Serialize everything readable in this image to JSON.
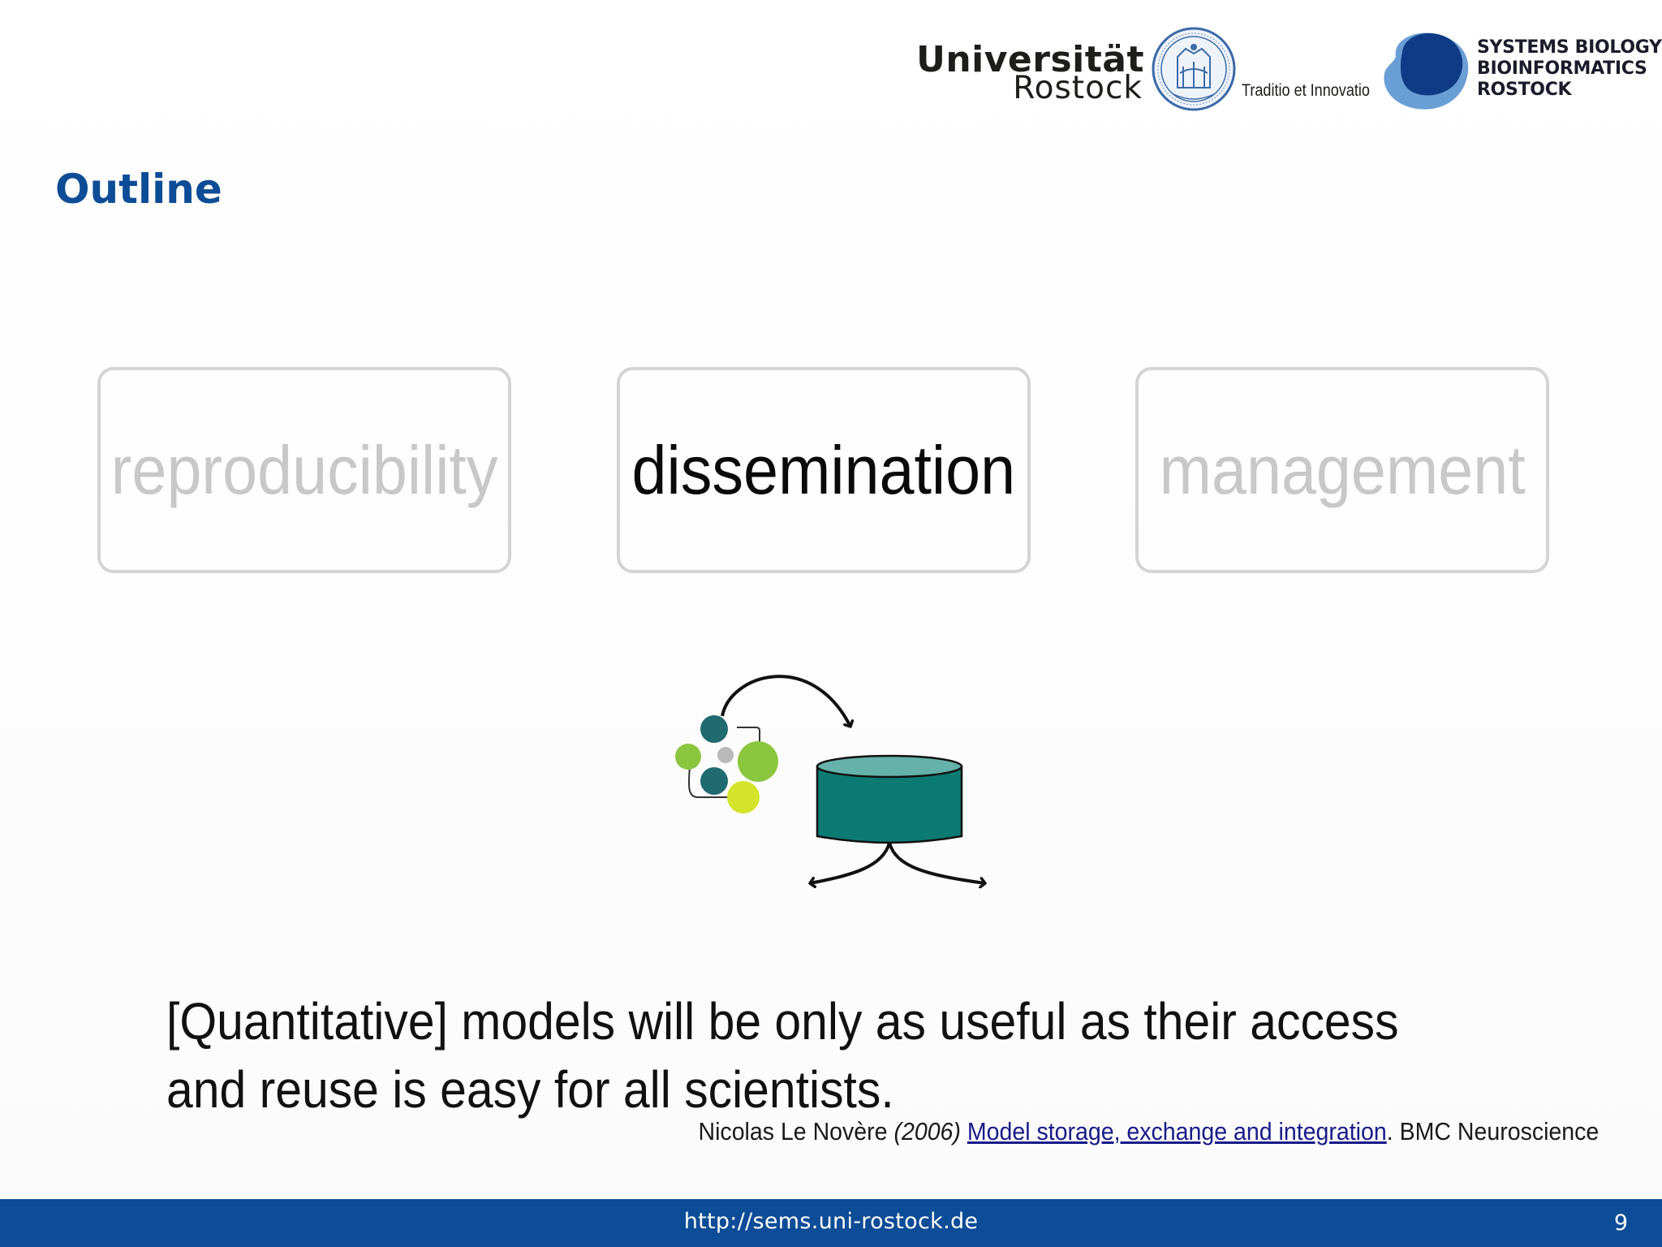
{
  "header": {
    "university_line1": "Universität",
    "university_line2": "Rostock",
    "motto": "Traditio et Innovatio",
    "group_line1": "SYSTEMS BIOLOGY",
    "group_line2": "BIOINFORMATICS",
    "group_line3": "ROSTOCK"
  },
  "slide": {
    "title": "Outline",
    "topics": [
      {
        "label": "reproducibility",
        "active": false
      },
      {
        "label": "dissemination",
        "active": true
      },
      {
        "label": "management",
        "active": false
      }
    ],
    "quote": "[Quantitative] models will be only as useful as their access and reuse is easy for all scientists.",
    "citation": {
      "author": "Nicolas Le Novère",
      "year": "(2006)",
      "link_text": "Model storage, exchange and integration",
      "suffix": ". BMC Neuroscience"
    }
  },
  "footer": {
    "url": "http://sems.uni-rostock.de",
    "page_number": "9"
  },
  "colors": {
    "brand_blue": "#0d4c96",
    "teal_database": "#0b7a72",
    "teal_top": "#64b2aa",
    "inactive_text": "#c8c8c8",
    "box_border": "#d4d4d4"
  }
}
